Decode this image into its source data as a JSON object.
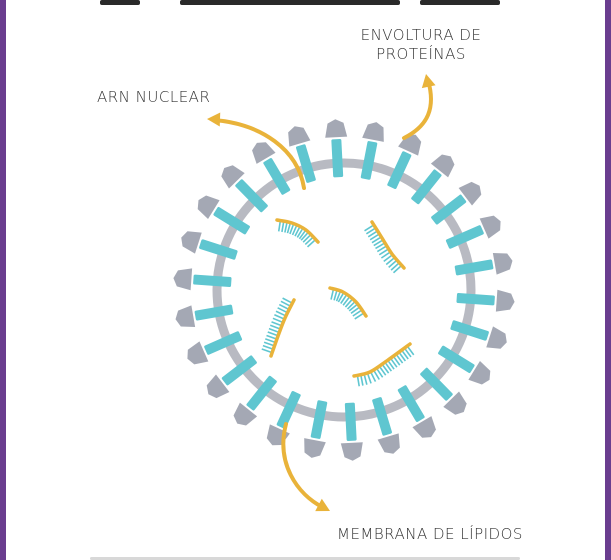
{
  "labels": {
    "protein_envelope": [
      "ENVOLTURA DE",
      "PROTEÍNAS"
    ],
    "nuclear_rna": "ARN NUCLEAR",
    "lipid_membrane": "MEMBRANA DE LÍPIDOS"
  },
  "colors": {
    "frame": "#6a3d8f",
    "membrane": "#b8bac2",
    "protein_stalk": "#5fc6d0",
    "protein_cap": "#a4a8b4",
    "rna_backbone": "#e9b33a",
    "rna_bases": "#5fc6d0",
    "arrow": "#e9b33a",
    "text": "#333333"
  }
}
